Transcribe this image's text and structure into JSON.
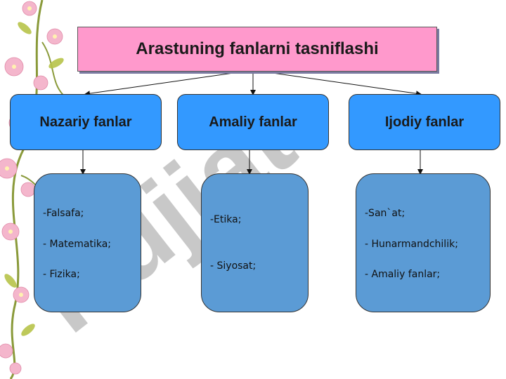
{
  "title": "Arastuning fanlarni tasniflashi",
  "watermark": "Hujjat",
  "categories": [
    {
      "label": "Nazariy fanlar",
      "items": [
        "-Falsafa;",
        "- Matematika;",
        "- Fizika;"
      ]
    },
    {
      "label": "Amaliy fanlar",
      "items": [
        "-Etika;",
        "- Siyosat;"
      ]
    },
    {
      "label": "Ijodiy fanlar",
      "items": [
        "-San`at;",
        "- Hunarmandchilik;",
        "- Amaliy fanlar;"
      ]
    }
  ],
  "colors": {
    "title_bg": "#ff99cc",
    "category_bg": "#3399ff",
    "list_bg": "#5b9bd5",
    "watermark": "#9a9a9a"
  }
}
